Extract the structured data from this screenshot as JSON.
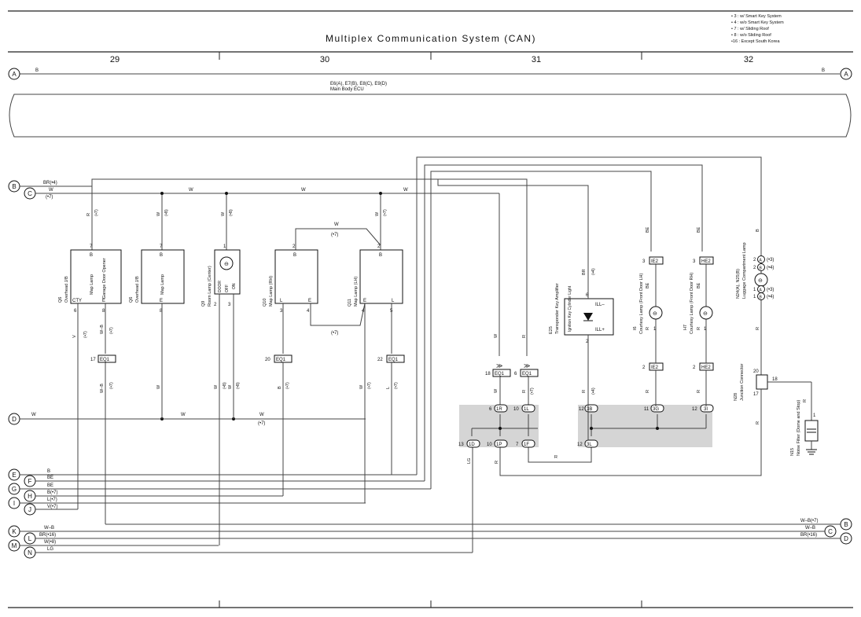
{
  "title": "Multiplex Communication System (CAN)",
  "notes": [
    "• 3 : w/ Smart Key System",
    "• 4 : w/o Smart Key System",
    "• 7 : w/ Sliding Roof",
    "• 8 : w/o Sliding Roof",
    "•16 : Except South Korea"
  ],
  "grid": [
    "29",
    "30",
    "31",
    "32"
  ],
  "ecu": {
    "refs": "E6(A), E7(B), E8(C), E9(D)",
    "name": "Main Body ECU"
  },
  "wire_labels": {
    "b": "B",
    "br4": "BR(•4)",
    "w": "W",
    "s7": "(•7)",
    "r": "R",
    "be": "BE",
    "v": "V",
    "wb": "W–B",
    "l": "L",
    "lg": "LG",
    "s4": "(•4)",
    "s8": "(•8)",
    "br": "BR"
  },
  "left_connectors": [
    {
      "id": "B",
      "label": "BR(•4)"
    },
    {
      "id": "C",
      "label": "W"
    },
    {
      "id": "D",
      "label": "W"
    },
    {
      "id": "E",
      "label": "B"
    },
    {
      "id": "F",
      "label": "BE"
    },
    {
      "id": "G",
      "label": "BE"
    },
    {
      "id": "H",
      "label": "B(•7)"
    },
    {
      "id": "I",
      "label": "L(•7)"
    },
    {
      "id": "J",
      "label": "V(•7)"
    },
    {
      "id": "K",
      "label": "W–B"
    },
    {
      "id": "L",
      "label": "BR(•16)"
    },
    {
      "id": "M",
      "label": "W(•8)"
    },
    {
      "id": "N",
      "label": "LG"
    }
  ],
  "right_connectors": [
    {
      "id": "B",
      "label": "W–B(•7)"
    },
    {
      "id": "C",
      "label": "W–B"
    },
    {
      "id": "D",
      "label": "BR(•16)"
    }
  ],
  "a_conn": {
    "id": "A",
    "wire": "B"
  },
  "components": {
    "q6a": {
      "code": "Q6",
      "name": "Overhead J/B",
      "sub1": "Map Lamp",
      "sub2": "Garage Door Opener",
      "pin_b": "B",
      "pin_cty": "CTY",
      "pin_e": "E",
      "n7": "7",
      "n6": "6",
      "n8": "8"
    },
    "q6b": {
      "code": "Q6",
      "name": "Overhead J/B",
      "sub1": "Map Lamp",
      "pin_b": "B",
      "pin_e": "E",
      "n7": "7",
      "n8": "8"
    },
    "q9": {
      "code": "Q9",
      "name": "Room Lamp (Center)",
      "door": "DOOR",
      "off": "OFF",
      "on": "ON",
      "n1": "1",
      "n2": "2",
      "n3": "3"
    },
    "q10": {
      "code": "Q10",
      "name": "Map Lamp (RH)",
      "pin_b": "B",
      "pin_l": "L",
      "pin_e": "E",
      "n2": "2",
      "n3": "3",
      "n4": "4"
    },
    "q11": {
      "code": "Q11",
      "name": "Map Lamp (LH)",
      "pin_b": "B",
      "pin_e": "E",
      "pin_l": "L",
      "n2": "2",
      "n4": "4",
      "n5": "5"
    },
    "e25": {
      "code": "E25",
      "name": "Transponder Key Amplifier",
      "inner": "Ignition Key Cylinder Light",
      "ilm": "ILL–",
      "ilp": "ILL+",
      "n6": "6",
      "n2": "2"
    },
    "i6": {
      "code": "I6",
      "name": "Courtesy Lamp (Front Door LH)",
      "n1": "1"
    },
    "h7": {
      "code": "H7",
      "name": "Courtesy Lamp (Front Door RH)",
      "n1": "1"
    },
    "n24": {
      "code": "N24(A), N25(B)",
      "name": "Luggage Compartment Lamp",
      "p1": "2",
      "p1c": "A",
      "p1s": "(•3)",
      "p2": "2",
      "p2c": "B",
      "p2s": "(•4)",
      "p3": "1",
      "p3c": "A",
      "p3s": "(•3)",
      "p4": "1",
      "p4c": "B",
      "p4s": "(•4)"
    },
    "n28": {
      "code": "N28",
      "name": "Junction Connector",
      "n20": "20",
      "n17": "17",
      "n18": "18"
    },
    "n15": {
      "code": "N15",
      "name": "Noise Filter (Dome and Stop)",
      "n1": "1"
    }
  },
  "eq": [
    {
      "pin": "17",
      "conn": "EQ1"
    },
    {
      "pin": "20",
      "conn": "EQ1"
    },
    {
      "pin": "22",
      "conn": "EQ1"
    },
    {
      "pin": "18",
      "conn": "EQ1"
    },
    {
      "pin": "6",
      "conn": "EQ1"
    },
    {
      "pin": "3",
      "conn": "IE2"
    },
    {
      "pin": "3",
      "conn": "HE2"
    },
    {
      "pin": "2",
      "conn": "IE2"
    },
    {
      "pin": "2",
      "conn": "HE2"
    }
  ],
  "jb": [
    {
      "pin": "6",
      "id": "1R"
    },
    {
      "pin": "10",
      "id": "1L"
    },
    {
      "pin": "12",
      "id": "3B"
    },
    {
      "pin": "11",
      "id": "3G"
    },
    {
      "pin": "12",
      "id": "3I"
    },
    {
      "pin": "13",
      "id": "1D"
    },
    {
      "pin": "10",
      "id": "1P"
    },
    {
      "pin": "7",
      "id": "1F"
    },
    {
      "pin": "12",
      "id": "3L"
    }
  ]
}
